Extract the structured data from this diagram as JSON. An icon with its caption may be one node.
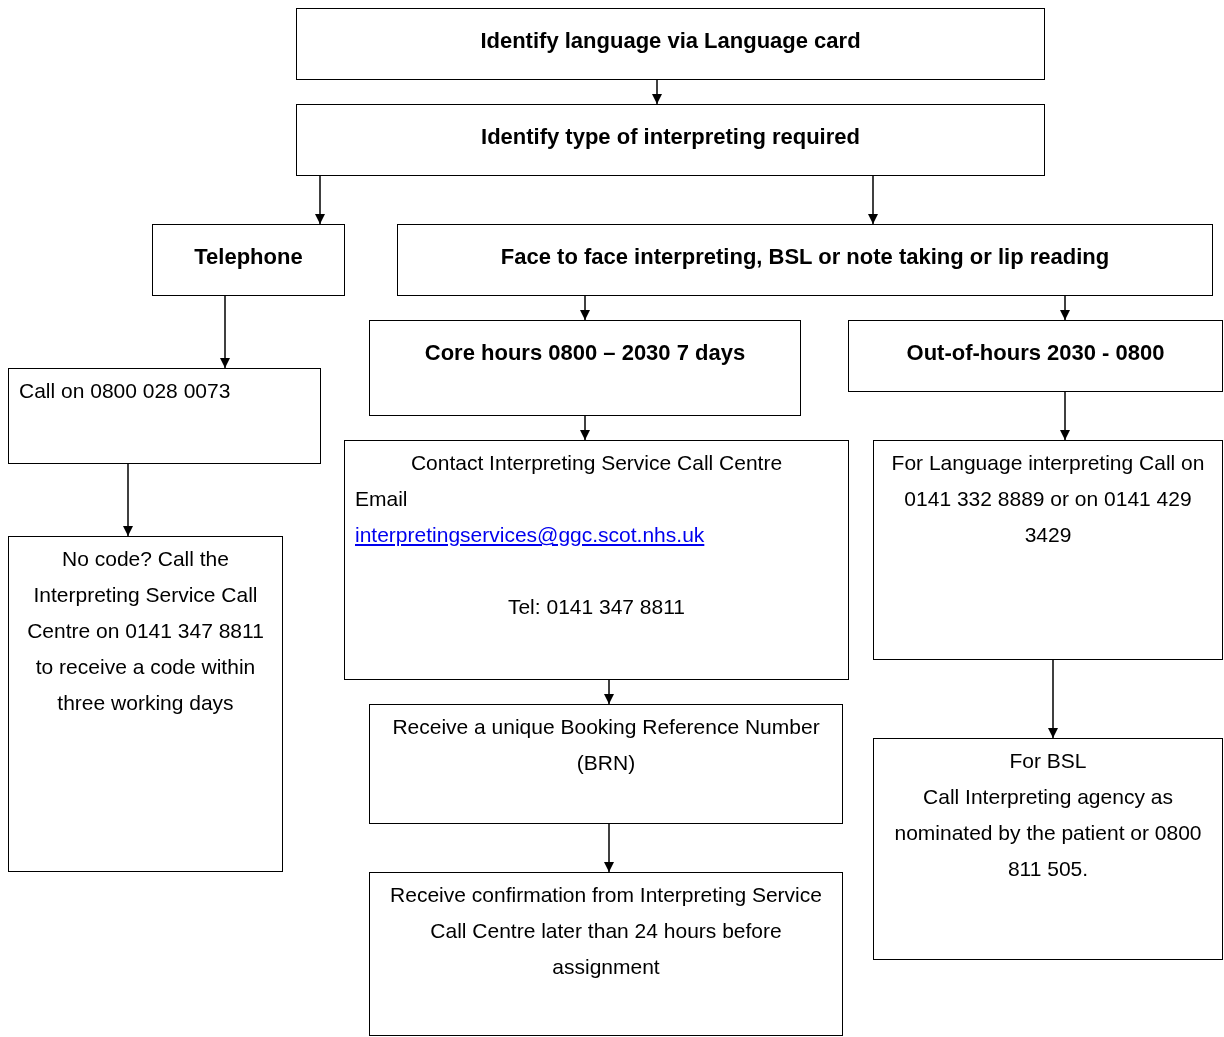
{
  "diagram": {
    "nodes": [
      {
        "text": [
          "Identify language via Language card"
        ]
      },
      {
        "text": [
          "Identify type of interpreting required"
        ]
      },
      {
        "text": [
          "Telephone"
        ]
      },
      {
        "text": [
          "Face to face interpreting, BSL or note taking or lip reading"
        ]
      },
      {
        "text": [
          "Core hours 0800 – 2030 7 days"
        ]
      },
      {
        "text": [
          "Out-of-hours 2030 - 0800"
        ]
      },
      {
        "text": [
          "Call on 0800 028 0073"
        ]
      },
      {
        "text": [
          "No code? Call the Interpreting Service Call Centre on 0141 347 8811 to receive a code within three working days"
        ]
      },
      {
        "text": [
          "Contact Interpreting Service Call Centre",
          "Email",
          "interpretingservices@ggc.scot.nhs.uk",
          "Tel: 0141 347 8811"
        ]
      },
      {
        "text": [
          "Receive a unique Booking Reference Number (BRN)"
        ]
      },
      {
        "text": [
          "Receive confirmation from Interpreting Service Call Centre later than 24 hours before assignment"
        ]
      },
      {
        "text": [
          "For Language interpreting Call on 0141 332 8889 or on 0141 429 3429"
        ]
      },
      {
        "text": [
          "For BSL",
          "Call Interpreting agency as nominated by the patient or 0800 811 505."
        ]
      }
    ],
    "edges": [
      {
        "from": 0,
        "to": 1,
        "arrow": "to"
      },
      {
        "from": 1,
        "to": 2,
        "arrow": "to"
      },
      {
        "from": 1,
        "to": 3,
        "arrow": "to"
      },
      {
        "from": 3,
        "to": 4,
        "arrow": "to"
      },
      {
        "from": 3,
        "to": 5,
        "arrow": "to"
      },
      {
        "from": 2,
        "to": 6,
        "arrow": "to"
      },
      {
        "from": 6,
        "to": 7,
        "arrow": "to"
      },
      {
        "from": 4,
        "to": 8,
        "arrow": "to"
      },
      {
        "from": 8,
        "to": 9,
        "arrow": "to"
      },
      {
        "from": 9,
        "to": 10,
        "arrow": "to"
      },
      {
        "from": 5,
        "to": 11,
        "arrow": "to"
      },
      {
        "from": 11,
        "to": 12,
        "arrow": "to"
      }
    ]
  }
}
